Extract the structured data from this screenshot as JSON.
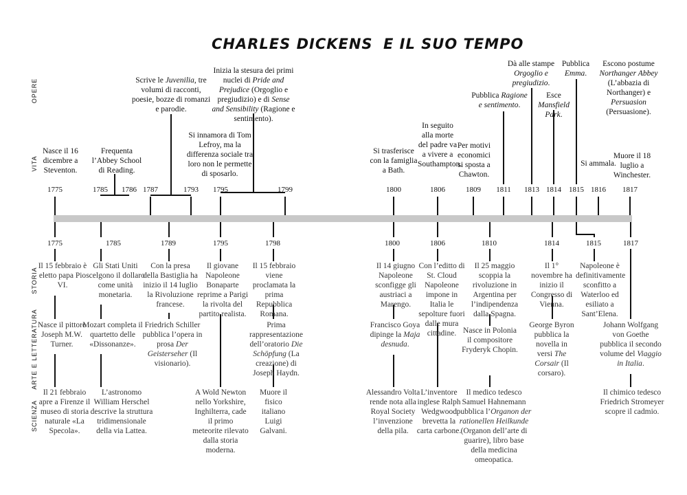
{
  "header": {
    "title_left": "Charles Dickens",
    "title_right": "e il suo tempo"
  },
  "row_labels": {
    "opere": "OPERE",
    "vita": "VITA",
    "storia": "STORIA",
    "arte": "ARTE E LETTERATURA",
    "scienza": "SCIENZA"
  },
  "years_top": [
    "1775",
    "1785",
    "1786",
    "1787",
    "1793",
    "1795",
    "1799",
    "1800",
    "1806",
    "1809",
    "1811",
    "1813",
    "1814",
    "1815",
    "1816",
    "1817"
  ],
  "years_bottom": [
    "1775",
    "1785",
    "1789",
    "1795",
    "1798",
    "1800",
    "1806",
    "1810",
    "1814",
    "1815",
    "1817"
  ],
  "opere": {
    "juvenilia": [
      "Scrive le ",
      "Juvenilia",
      ", tre volumi di racconti, poesie, bozze di romanzi e parodie."
    ],
    "pride": [
      "Inizia la stesura dei primi nuclei di ",
      "Pride and Prejudice",
      " (Orgoglio e pregiudizio) e di ",
      "Sense and Sensibility",
      " (Ragione e sentimento)."
    ],
    "ragione": [
      "Pubblica ",
      "Ragione e sentimento",
      "."
    ],
    "orgoglio": [
      "Dà alle stampe ",
      "Orgoglio e pregiudizio",
      "."
    ],
    "mansfield": [
      "Esce ",
      "Mansfield Park",
      "."
    ],
    "emma": [
      "Pubblica ",
      "Emma",
      "."
    ],
    "postume": [
      "Escono postume ",
      "Northanger Abbey",
      " (L’abbazia di Northanger) e ",
      "Persuasion",
      " (Persuasione)."
    ]
  },
  "vita": {
    "v1775": "Nasce il 16 dicembre a Steventon.",
    "v1785": "Frequenta l’Abbey School di Reading.",
    "v1795": "Si innamora di Tom Lefroy, ma la differenza sociale tra loro non le permette di sposarlo.",
    "v1800": "Si trasferisce con la famiglia a Bath.",
    "v1806": "In seguito alla morte del padre va a vivere a Southampton.",
    "v1809": "Per motivi economici si sposta a Chawton.",
    "v1816": "Si ammala.",
    "v1817": "Muore il 18 luglio a Winchester."
  },
  "storia": {
    "s1775": "Il 15 febbraio è eletto papa Pio VI.",
    "s1785": "Gli Stati Uniti scelgono il dollaro come unità monetaria.",
    "s1789": "Con la presa della Bastiglia ha inizio il 14 luglio la Rivoluzione francese.",
    "s1795": "Il giovane Napoleone Bonaparte reprime a Parigi la rivolta del partito realista.",
    "s1798": "Il 15 febbraio viene proclamata la prima Repubblica Romana.",
    "s1800": "Il 14 giugno Napoleone sconfigge gli austriaci a Marengo.",
    "s1806": "Con l’editto di St. Cloud Napoleone impone in Italia le sepolture fuori dalle mura cittadine.",
    "s1810": "Il 25 maggio scoppia la rivoluzione in Argentina per l’indipendenza dalla Spagna.",
    "s1814": "Il 1° novembre ha inizio il Congresso di Vienna.",
    "s1815": "Napoleone è definitivamente sconfitto a Waterloo ed esiliato a Sant’Elena."
  },
  "arte": {
    "a1775": "Nasce il pittore Joseph M.W. Turner.",
    "a1785": "Mozart completa il quartetto delle «Dissonanze».",
    "a1789": [
      "Friedrich Schiller pubblica l’opera in prosa ",
      "Der Geisterseher",
      " (Il visionario)."
    ],
    "a1798": [
      "Prima rappresentazione dell’oratorio ",
      "Die Schöpfung",
      " (La creazione) di Joseph Haydn."
    ],
    "a1800": [
      "Francisco Goya dipinge la ",
      "Maja desnuda",
      "."
    ],
    "a1810": "Nasce in Polonia il compositore Fryderyk Chopin.",
    "a1814": [
      "George Byron pubblica la novella in versi ",
      "The Corsair",
      " (Il corsaro)."
    ],
    "a1817": [
      "Johann Wolfgang von Goethe pubblica il secondo volume del ",
      "Viaggio in Italia",
      "."
    ]
  },
  "scienza": {
    "c1775": "Il 21 febbraio apre a Firenze il museo di storia naturale «La Specola».",
    "c1785": "L’astronomo William Herschel descrive la struttura tridimensionale della via Lattea.",
    "c1795": "A Wold Newton nello Yorkshire, Inghilterra, cade il primo meteorite rilevato dalla storia moderna.",
    "c1798": "Muore il fisico italiano Luigi Galvani.",
    "c1800": "Alessandro Volta rende nota alla Royal Society l’invenzione della pila.",
    "c1806": "L’inventore inglese Ralph Wedgwood brevetta la carta carbone.",
    "c1810": [
      "Il medico tedesco Samuel Hahnemann pubblica l’",
      "Organon der rationellen Heilkunde",
      " (Organon dell’arte di guarire), libro base della medicina omeopatica."
    ],
    "c1817": "Il chimico tedesco Friedrich Stromeyer scopre il cadmio."
  }
}
